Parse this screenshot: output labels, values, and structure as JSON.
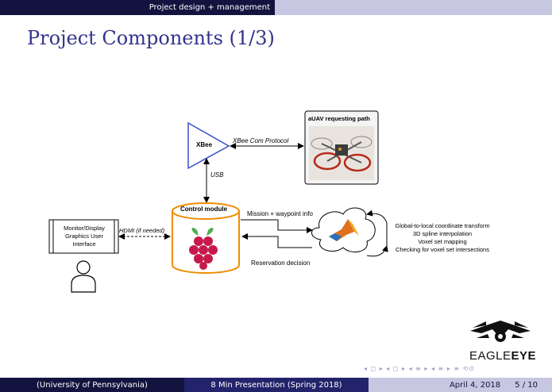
{
  "header": {
    "section": "Project design + management"
  },
  "slide": {
    "title": "Project Components (1/3)"
  },
  "diagram": {
    "xbee_label": "XBee",
    "xbee_link_label": "XBee Com Protocol",
    "uav_title": "aUAV requesting path",
    "usb_label": "USB",
    "control_module_label": "Control module",
    "monitor_label_line1": "Monitor/Display",
    "monitor_label_line2": "Graphics User",
    "monitor_label_line3": "Interface",
    "hdmi_label": "HDMI (if needed)",
    "mission_label": "Mission + waypoint info",
    "reservation_label": "Reservation decision",
    "tasks": [
      "Global-to-local coordinate transform",
      "3D spline interpolation",
      "Voxel set mapping",
      "Checking for voxel set intersections"
    ]
  },
  "logo": {
    "prefix": "EAGLE",
    "suffix": "EYE"
  },
  "footer": {
    "institution": "(University of Pennsylvania)",
    "presentation": "8 Min Presentation (Spring 2018)",
    "date": "April 4, 2018",
    "page": "5 / 10"
  },
  "nav": {
    "symbols": "◂ ◻ ▸ ◂ ◻ ▸ ◂ ≡ ▸ ◂ ≡ ▸ ≡ ⟲⊙"
  },
  "colors": {
    "header_dark": "#13133f",
    "header_light": "#c7c7e2",
    "title": "#33338c",
    "xbee_blue": "#3a4fc8",
    "control_orange": "#f08c00"
  }
}
